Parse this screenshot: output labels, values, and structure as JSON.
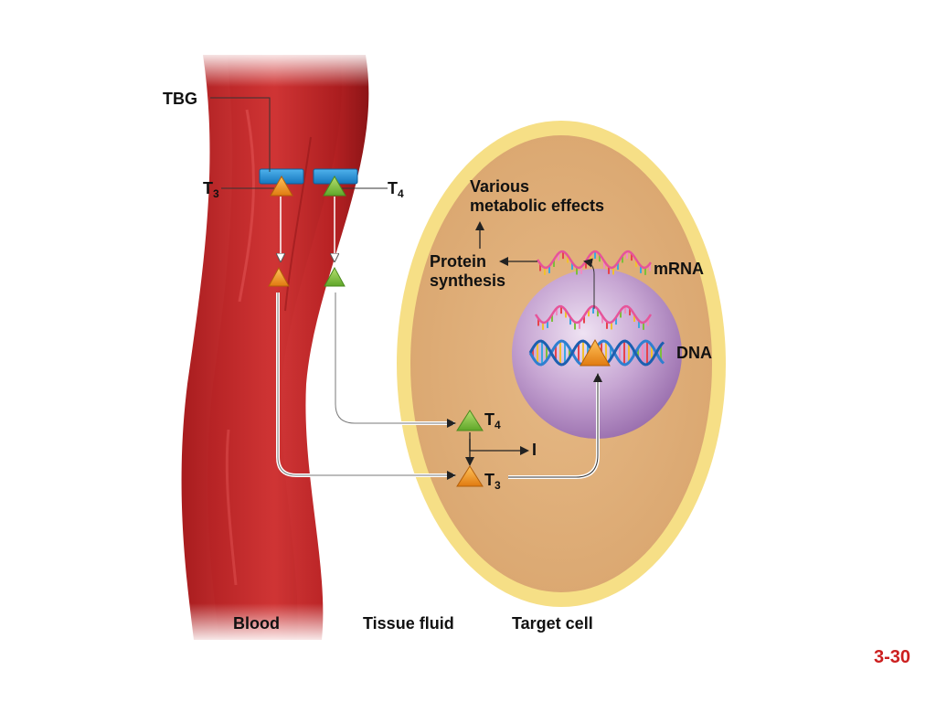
{
  "labels": {
    "tbg": "TBG",
    "t3_blood": {
      "letter": "T",
      "sub": "3"
    },
    "t4_blood": {
      "letter": "T",
      "sub": "4"
    },
    "t4_cell": {
      "letter": "T",
      "sub": "4"
    },
    "t3_cell": {
      "letter": "T",
      "sub": "3"
    },
    "iodine": "I",
    "various_effects": "Various\nmetabolic effects",
    "protein_synthesis": "Protein\nsynthesis",
    "mrna": "mRNA",
    "dna": "DNA"
  },
  "regions": {
    "blood": "Blood",
    "tissue_fluid": "Tissue fluid",
    "target_cell": "Target cell"
  },
  "figure_number": "3-30",
  "colors": {
    "vessel": "#c8282a",
    "vessel_dark": "#9e1a1c",
    "cell_membrane": "#f6df86",
    "cytoplasm": "#e2b27f",
    "nucleus": "#b690c4",
    "t3_orange": "#f0961e",
    "t4_green": "#7cbf3a",
    "tbg_blue": "#1f8fd6",
    "figure_number": "#cc1f1f"
  }
}
